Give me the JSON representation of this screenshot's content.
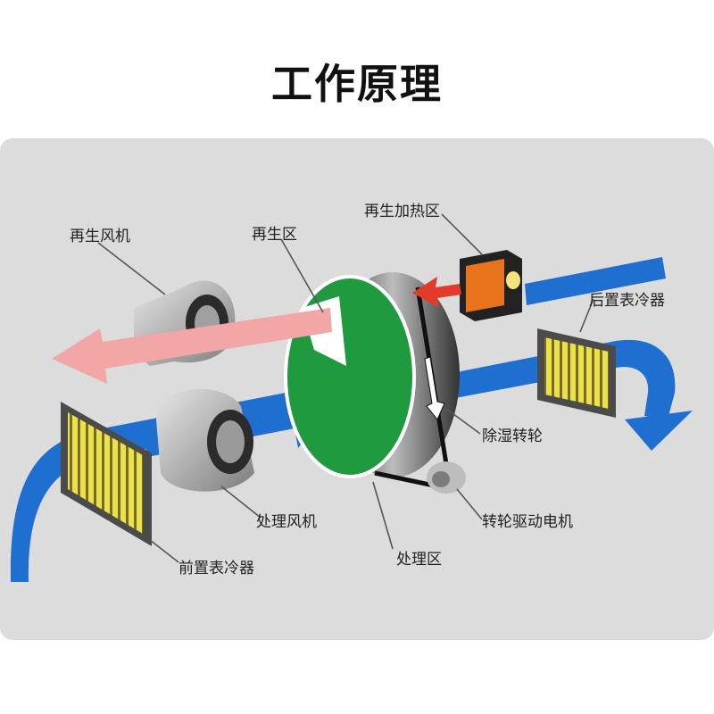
{
  "title": "工作原理",
  "colors": {
    "panel": "#dcdcdc",
    "process_air": "#1f6fd1",
    "regen_air": "#f2a6a6",
    "rotor_process": "#1f9a3f",
    "heater": "#e8731c",
    "filter_stripe": "#e9e24a"
  },
  "icons": {
    "fan": "fan-icon",
    "heater": "heater-icon",
    "filter": "filter-icon"
  },
  "labels": {
    "regen_fan": "再生风机",
    "regen_zone": "再生区",
    "regen_heater": "再生加热区",
    "post_cooler": "后置表冷器",
    "desiccant_wheel": "除湿转轮",
    "process_fan": "处理风机",
    "wheel_motor": "转轮驱动电机",
    "pre_cooler": "前置表冷器",
    "process_zone": "处理区"
  }
}
